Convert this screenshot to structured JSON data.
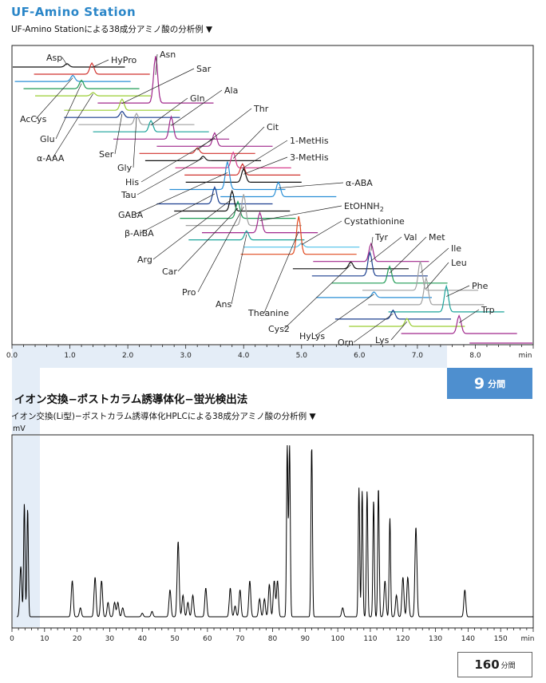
{
  "header": {
    "title": "UF-Amino Station",
    "subtitle": "UF-Amino Stationによる38成分アミノ酸の分析例 ▼"
  },
  "comparison": {
    "time_fast_value": "9",
    "time_fast_unit": "分間",
    "heading": "イオン交換−ポストカラム誘導体化−蛍光検出法",
    "subtitle": "イオン交換(Li型)−ポストカラム誘導体化HPLCによる38成分アミノ酸の分析例 ▼",
    "time_slow_value": "160",
    "time_slow_unit": "分間"
  },
  "chart_data": [
    {
      "type": "line",
      "title": "",
      "xlabel": "min",
      "ylabel": "",
      "xlim": [
        0,
        9
      ],
      "x_ticks": [
        "0.0",
        "1.0",
        "2.0",
        "3.0",
        "4.0",
        "5.0",
        "6.0",
        "7.0",
        "8.0"
      ],
      "grid": false,
      "style": "waterfall chromatogram",
      "series": [
        {
          "name": "Asp",
          "rt": 0.95,
          "height": 0.3,
          "color": "#111111"
        },
        {
          "name": "HyPro",
          "rt": 1.38,
          "height": 1.0,
          "color": "#d0312d"
        },
        {
          "name": "AcCys",
          "rt": 1.05,
          "height": 0.55,
          "color": "#2a8fd6"
        },
        {
          "name": "Glu",
          "rt": 1.2,
          "height": 0.75,
          "color": "#1f9b55"
        },
        {
          "name": "α-AAA",
          "rt": 1.4,
          "height": 0.3,
          "color": "#9acd32"
        },
        {
          "name": "Asn",
          "rt": 2.48,
          "height": 4.2,
          "color": "#a0288c"
        },
        {
          "name": "Sar",
          "rt": 1.9,
          "height": 1.0,
          "color": "#9acd32"
        },
        {
          "name": "Ser",
          "rt": 1.9,
          "height": 0.55,
          "color": "#1b3f8f"
        },
        {
          "name": "Gly",
          "rt": 2.15,
          "height": 1.0,
          "color": "#a0a0a0"
        },
        {
          "name": "Gln",
          "rt": 2.4,
          "height": 1.0,
          "color": "#1aa39a"
        },
        {
          "name": "Ala",
          "rt": 2.75,
          "height": 2.0,
          "color": "#a0288c"
        },
        {
          "name": "His",
          "rt": 3.5,
          "height": 1.2,
          "color": "#a0288c"
        },
        {
          "name": "Thr",
          "rt": 3.2,
          "height": 0.5,
          "color": "#d0312d"
        },
        {
          "name": "Tau",
          "rt": 3.3,
          "height": 0.4,
          "color": "#111111"
        },
        {
          "name": "Cit",
          "rt": 3.82,
          "height": 1.4,
          "color": "#d8408e"
        },
        {
          "name": "1-MetHis",
          "rt": 3.98,
          "height": 1.0,
          "color": "#d0312d"
        },
        {
          "name": "3-MetHis",
          "rt": 4.0,
          "height": 1.2,
          "color": "#111111"
        },
        {
          "name": "GABA",
          "rt": 3.72,
          "height": 2.5,
          "color": "#2a8fd6"
        },
        {
          "name": "α-ABA",
          "rt": 4.6,
          "height": 1.3,
          "color": "#2a8fd6"
        },
        {
          "name": "β-AiBA",
          "rt": 3.5,
          "height": 1.5,
          "color": "#1b3f8f"
        },
        {
          "name": "Arg",
          "rt": 3.8,
          "height": 1.8,
          "color": "#111111"
        },
        {
          "name": "Car",
          "rt": 3.9,
          "height": 1.5,
          "color": "#1f9b55"
        },
        {
          "name": "Pro",
          "rt": 4.0,
          "height": 2.8,
          "color": "#a0a0a0"
        },
        {
          "name": "EtOHNH2",
          "rt": 4.28,
          "height": 1.8,
          "color": "#a0288c"
        },
        {
          "name": "Ans",
          "rt": 4.05,
          "height": 0.8,
          "color": "#1aa39a"
        },
        {
          "name": "Cystathionine",
          "rt": 5.0,
          "height": 0.35,
          "color": "#4fc1e9"
        },
        {
          "name": "Theanine",
          "rt": 4.95,
          "height": 3.4,
          "color": "#e04a1f"
        },
        {
          "name": "Tyr",
          "rt": 6.2,
          "height": 1.6,
          "color": "#a0288c"
        },
        {
          "name": "Cys2",
          "rt": 5.85,
          "height": 0.6,
          "color": "#111111"
        },
        {
          "name": "Val",
          "rt": 6.18,
          "height": 2.1,
          "color": "#1b3f8f"
        },
        {
          "name": "Met",
          "rt": 6.52,
          "height": 1.5,
          "color": "#1f9b55"
        },
        {
          "name": "Ile",
          "rt": 7.05,
          "height": 2.6,
          "color": "#a0a0a0"
        },
        {
          "name": "HyLys",
          "rt": 6.25,
          "height": 0.5,
          "color": "#2a8fd6"
        },
        {
          "name": "Leu",
          "rt": 7.15,
          "height": 2.4,
          "color": "#a0a0a0"
        },
        {
          "name": "Phe",
          "rt": 7.5,
          "height": 2.3,
          "color": "#1aa39a"
        },
        {
          "name": "Orn",
          "rt": 6.58,
          "height": 0.8,
          "color": "#1b3f8f"
        },
        {
          "name": "Lys",
          "rt": 6.82,
          "height": 0.7,
          "color": "#9acd32"
        },
        {
          "name": "Trp",
          "rt": 7.72,
          "height": 1.6,
          "color": "#a0288c"
        }
      ]
    },
    {
      "type": "line",
      "title": "",
      "xlabel": "min",
      "ylabel": "mV",
      "xlim": [
        0,
        160
      ],
      "x_ticks": [
        "0",
        "10",
        "20",
        "30",
        "40",
        "50",
        "60",
        "70",
        "80",
        "90",
        "100",
        "110",
        "120",
        "130",
        "140",
        "150"
      ],
      "grid": false,
      "series": [
        {
          "name": "",
          "color": "#000000",
          "baseline": 0.05,
          "peaks": [
            [
              2.7,
              0.28
            ],
            [
              3.8,
              0.63
            ],
            [
              4.8,
              0.6
            ],
            [
              18.5,
              0.2
            ],
            [
              21,
              0.05
            ],
            [
              25.5,
              0.22
            ],
            [
              27.5,
              0.2
            ],
            [
              29.5,
              0.08
            ],
            [
              31.5,
              0.08
            ],
            [
              32.5,
              0.08
            ],
            [
              34,
              0.05
            ],
            [
              40,
              0.02
            ],
            [
              43,
              0.03
            ],
            [
              48.5,
              0.15
            ],
            [
              51,
              0.42
            ],
            [
              52.5,
              0.12
            ],
            [
              54,
              0.08
            ],
            [
              55.5,
              0.12
            ],
            [
              59.5,
              0.16
            ],
            [
              67,
              0.16
            ],
            [
              68.5,
              0.06
            ],
            [
              70,
              0.15
            ],
            [
              73,
              0.2
            ],
            [
              76,
              0.1
            ],
            [
              77.5,
              0.1
            ],
            [
              79,
              0.18
            ],
            [
              80.5,
              0.2
            ],
            [
              81.5,
              0.2
            ],
            [
              84.5,
              0.95
            ],
            [
              85.2,
              0.95
            ],
            [
              92,
              0.95
            ],
            [
              101.5,
              0.05
            ],
            [
              106.5,
              0.72
            ],
            [
              107.5,
              0.7
            ],
            [
              109,
              0.7
            ],
            [
              111,
              0.65
            ],
            [
              112.5,
              0.72
            ],
            [
              114.5,
              0.2
            ],
            [
              116,
              0.55
            ],
            [
              118,
              0.12
            ],
            [
              120,
              0.22
            ],
            [
              121.5,
              0.22
            ],
            [
              124,
              0.5
            ],
            [
              139,
              0.15
            ]
          ]
        }
      ]
    }
  ]
}
